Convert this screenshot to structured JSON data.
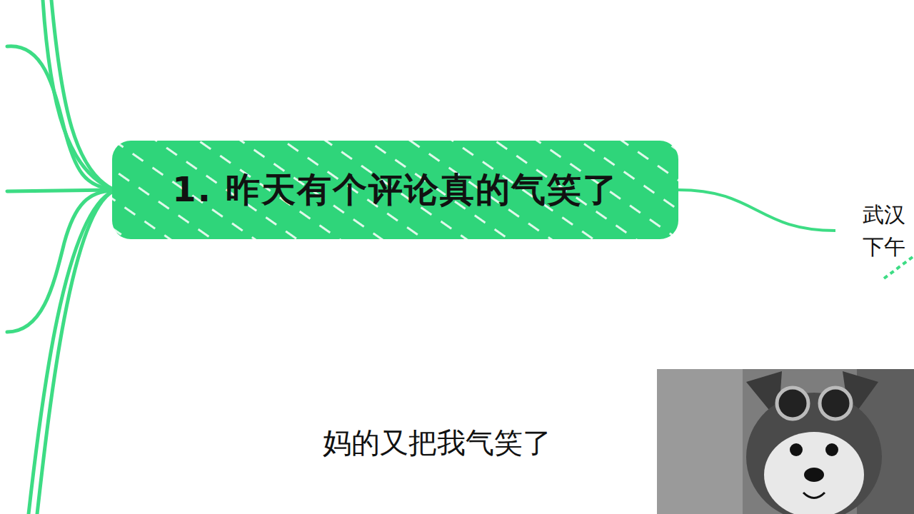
{
  "diagram": {
    "nodes": [
      {
        "text": [
          "1. 昨天有个评论真的气笑了"
        ]
      },
      {
        "text": [
          "武汉 下午"
        ]
      }
    ],
    "edges": [
      {
        "from": 0,
        "to": 1,
        "arrow": "none"
      }
    ],
    "labels": [
      "妈的又把我气笑了"
    ]
  }
}
